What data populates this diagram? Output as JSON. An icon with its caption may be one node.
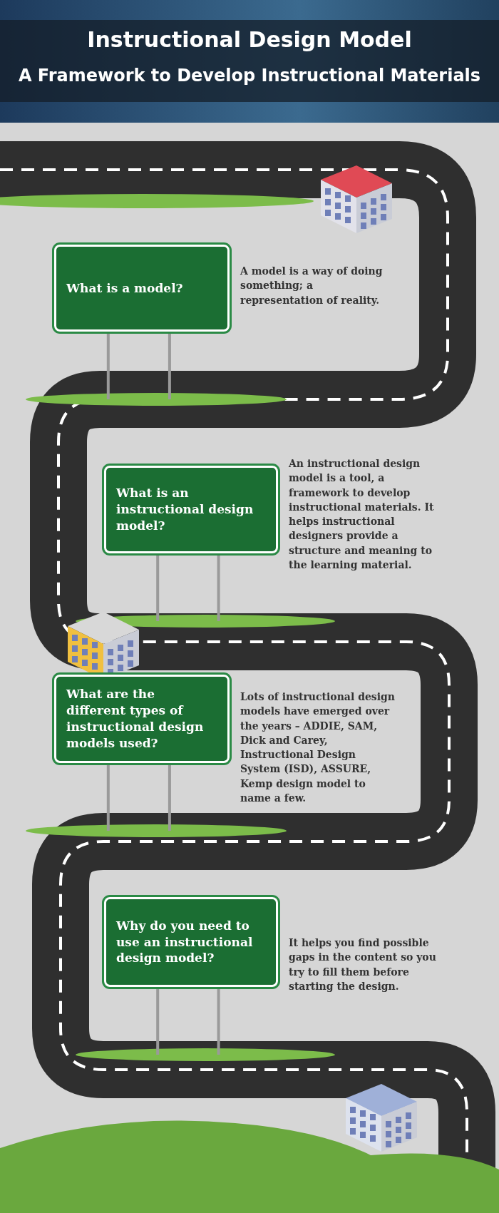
{
  "diagram": {
    "title": "Instructional Design Model",
    "nodes": [
      {
        "text": [
          "What is a model?"
        ],
        "beside": [
          "A model is a way of doing something; a representation of reality."
        ]
      },
      {
        "text": [
          "What is an instructional design model?"
        ],
        "beside": [
          "An instructional design model is a tool, a framework to develop instructional materials. It helps instructional designers provide a structure and meaning to the learning material."
        ]
      },
      {
        "text": [
          "What are the different types of instructional design models used?"
        ],
        "beside": [
          "Lots of instructional design models have emerged over the years – ADDIE, SAM, Dick and Carey, Instructional Design System (ISD), ASSURE, Kemp design model to name a few."
        ]
      },
      {
        "text": [
          "Why do you need to use an instructional design model?"
        ],
        "beside": [
          "It helps you find possible gaps in the content so you try to fill them before starting the design."
        ]
      }
    ],
    "labels": [
      "A Framework to Develop Instructional Materials"
    ]
  }
}
